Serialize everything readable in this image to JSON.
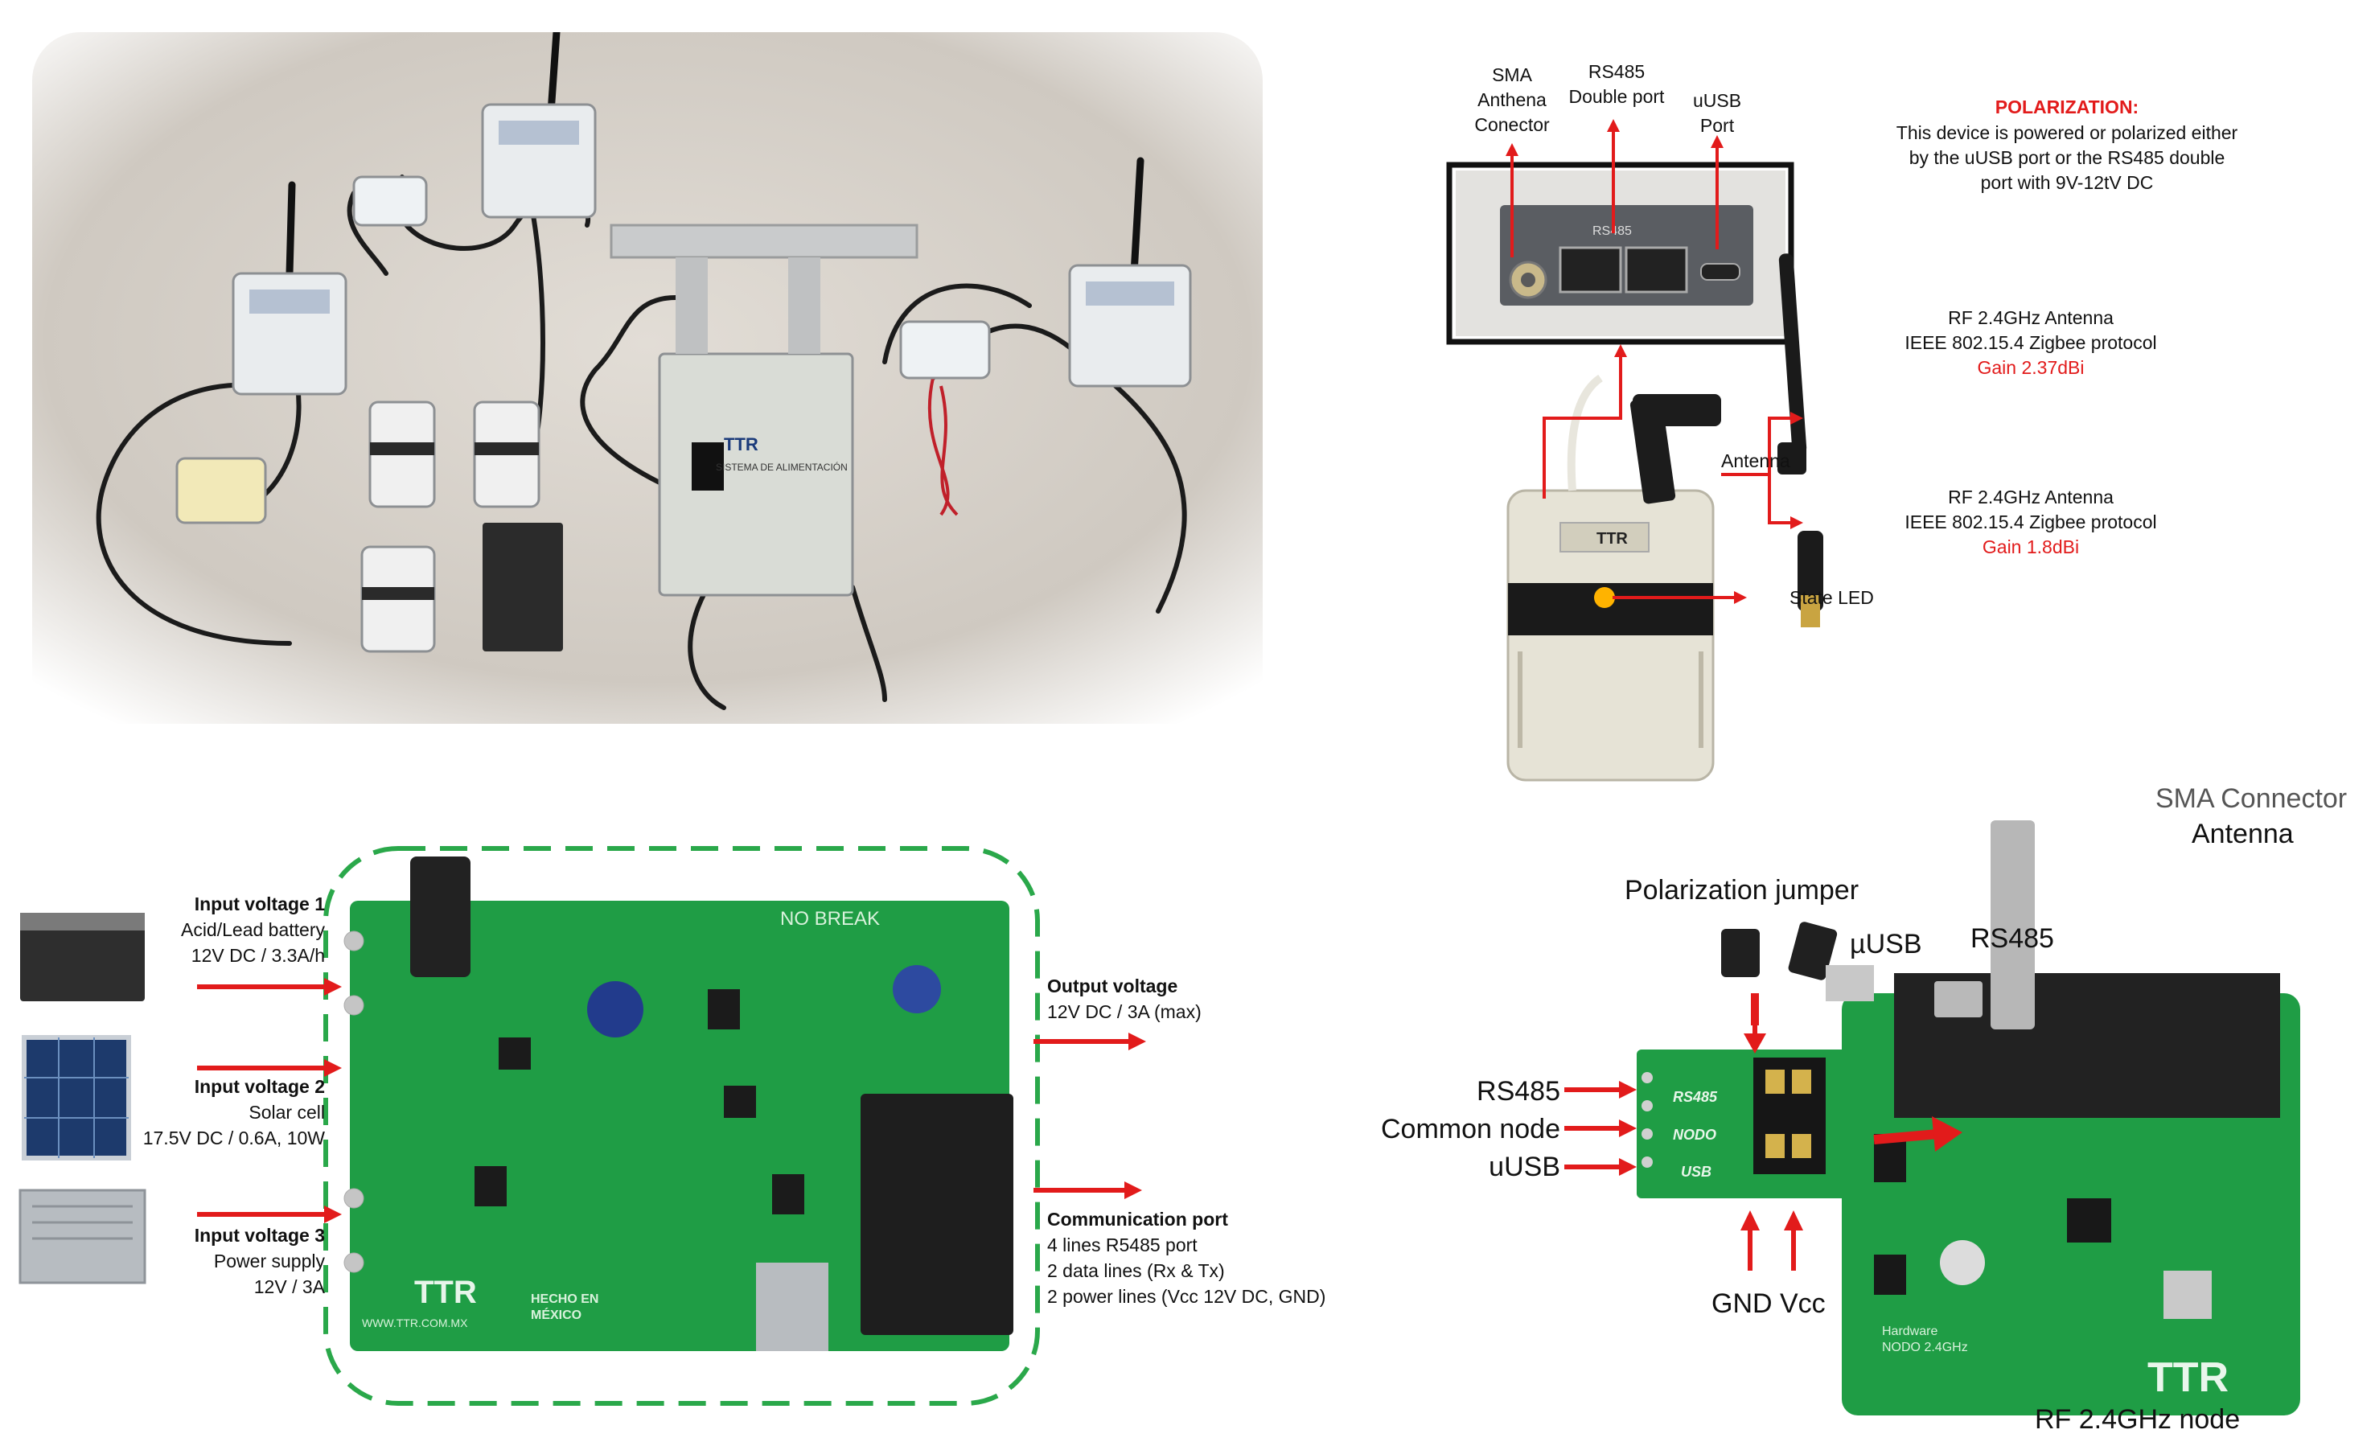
{
  "colors": {
    "arrow": "#e21b1b",
    "pcb": "#1f9d45",
    "dashed_outline": "#2aa84a"
  },
  "top_right": {
    "sma_label": "SMA\nAnthena\nConector",
    "rs485_label": "RS485\nDouble port",
    "uusb_label": "uUSB\nPort",
    "polarization_title": "POLARIZATION:",
    "polarization_text": "This device is powered or polarized either\nby the uUSB port or the RS485 double\nport with 9V-12tV DC",
    "port_panel_text": "RS485",
    "port_panel_usb": "µUSB",
    "antenna_label": "Antenna",
    "state_led_label": "State LED",
    "device_logo": "TTR",
    "antenna1": {
      "line1": "RF 2.4GHz Antenna",
      "line2": "IEEE 802.15.4 Zigbee protocol",
      "gain": "Gain 2.37dBi"
    },
    "antenna2": {
      "line1": "RF 2.4GHz Antenna",
      "line2": "IEEE 802.15.4 Zigbee protocol",
      "gain": "Gain 1.8dBi"
    }
  },
  "bottom_left": {
    "input1": {
      "title": "Input voltage 1",
      "l1": "Acid/Lead battery",
      "l2": "12V DC / 3.3A/h"
    },
    "input2": {
      "title": "Input voltage 2",
      "l1": "Solar cell",
      "l2": "17.5V DC / 0.6A, 10W"
    },
    "input3": {
      "title": "Input voltage 3",
      "l1": "Power supply",
      "l2": "12V / 3A"
    },
    "output": {
      "title": "Output voltage",
      "l1": "12V DC / 3A (max)"
    },
    "comm": {
      "title": "Communication port",
      "l1": "4 lines R5485 port",
      "l2": "2 data lines (Rx & Tx)",
      "l3": "2 power lines (Vcc 12V DC, GND)"
    },
    "board_title": "NO BREAK",
    "board_logo": "TTR",
    "board_url": "WWW.TTR.COM.MX",
    "board_mx": "HECHO EN\nMÉXICO"
  },
  "bottom_right": {
    "polarization_jumper": "Polarization jumper",
    "rs485": "RS485",
    "common_node": "Common node",
    "uusb": "uUSB",
    "gnd_vcc": "GND Vcc",
    "sma_connector": "SMA Connector",
    "antenna": "Antenna",
    "musb": "µUSB",
    "rs485_top": "RS485",
    "rf_node": "RF 2.4GHz node",
    "pin_rs485": "RS485",
    "pin_nodo": "NODO",
    "pin_usb": "USB",
    "board_logo": "TTR",
    "board_hw": "Hardware\nNODO 2.4GHz"
  },
  "photo": {
    "box_logo": "TTR",
    "box_text": "SISTEMA DE ALIMENTACIÓN"
  }
}
